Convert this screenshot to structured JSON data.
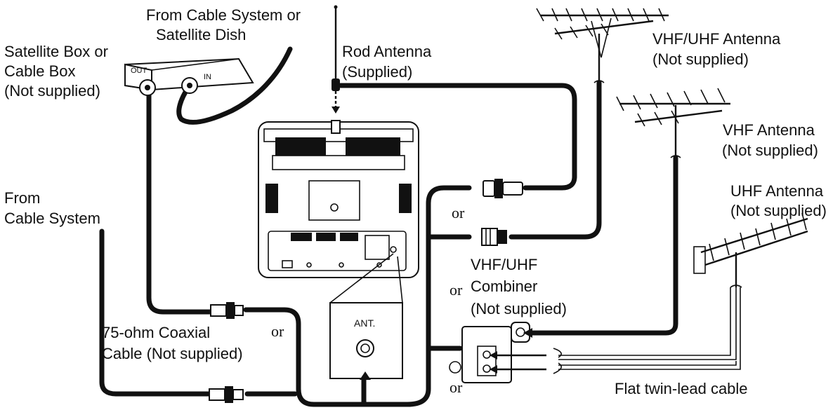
{
  "labels": {
    "from_cable_or_dish_1": "From Cable System or",
    "from_cable_or_dish_2": "Satellite Dish",
    "sat_box_1": "Satellite Box or",
    "sat_box_2": "Cable Box",
    "sat_box_3": "(Not supplied)",
    "rod_1": "Rod Antenna",
    "rod_2": "(Supplied)",
    "vhf_uhf_ant_1": "VHF/UHF Antenna",
    "vhf_uhf_ant_2": "(Not supplied)",
    "vhf_ant_1": "VHF Antenna",
    "vhf_ant_2": "(Not supplied)",
    "uhf_ant_1": "UHF Antenna",
    "uhf_ant_2": "(Not supplied)",
    "from_cable_1": "From",
    "from_cable_2": "Cable System",
    "combiner_1": "VHF/UHF",
    "combiner_2": "Combiner",
    "combiner_3": "(Not supplied)",
    "coax_1": "75-ohm Coaxial",
    "coax_2": "Cable (Not supplied)",
    "twin_lead": "Flat twin-lead cable",
    "or": "or",
    "box_out": "OUT",
    "box_in": "IN",
    "ant_port": "ANT."
  }
}
